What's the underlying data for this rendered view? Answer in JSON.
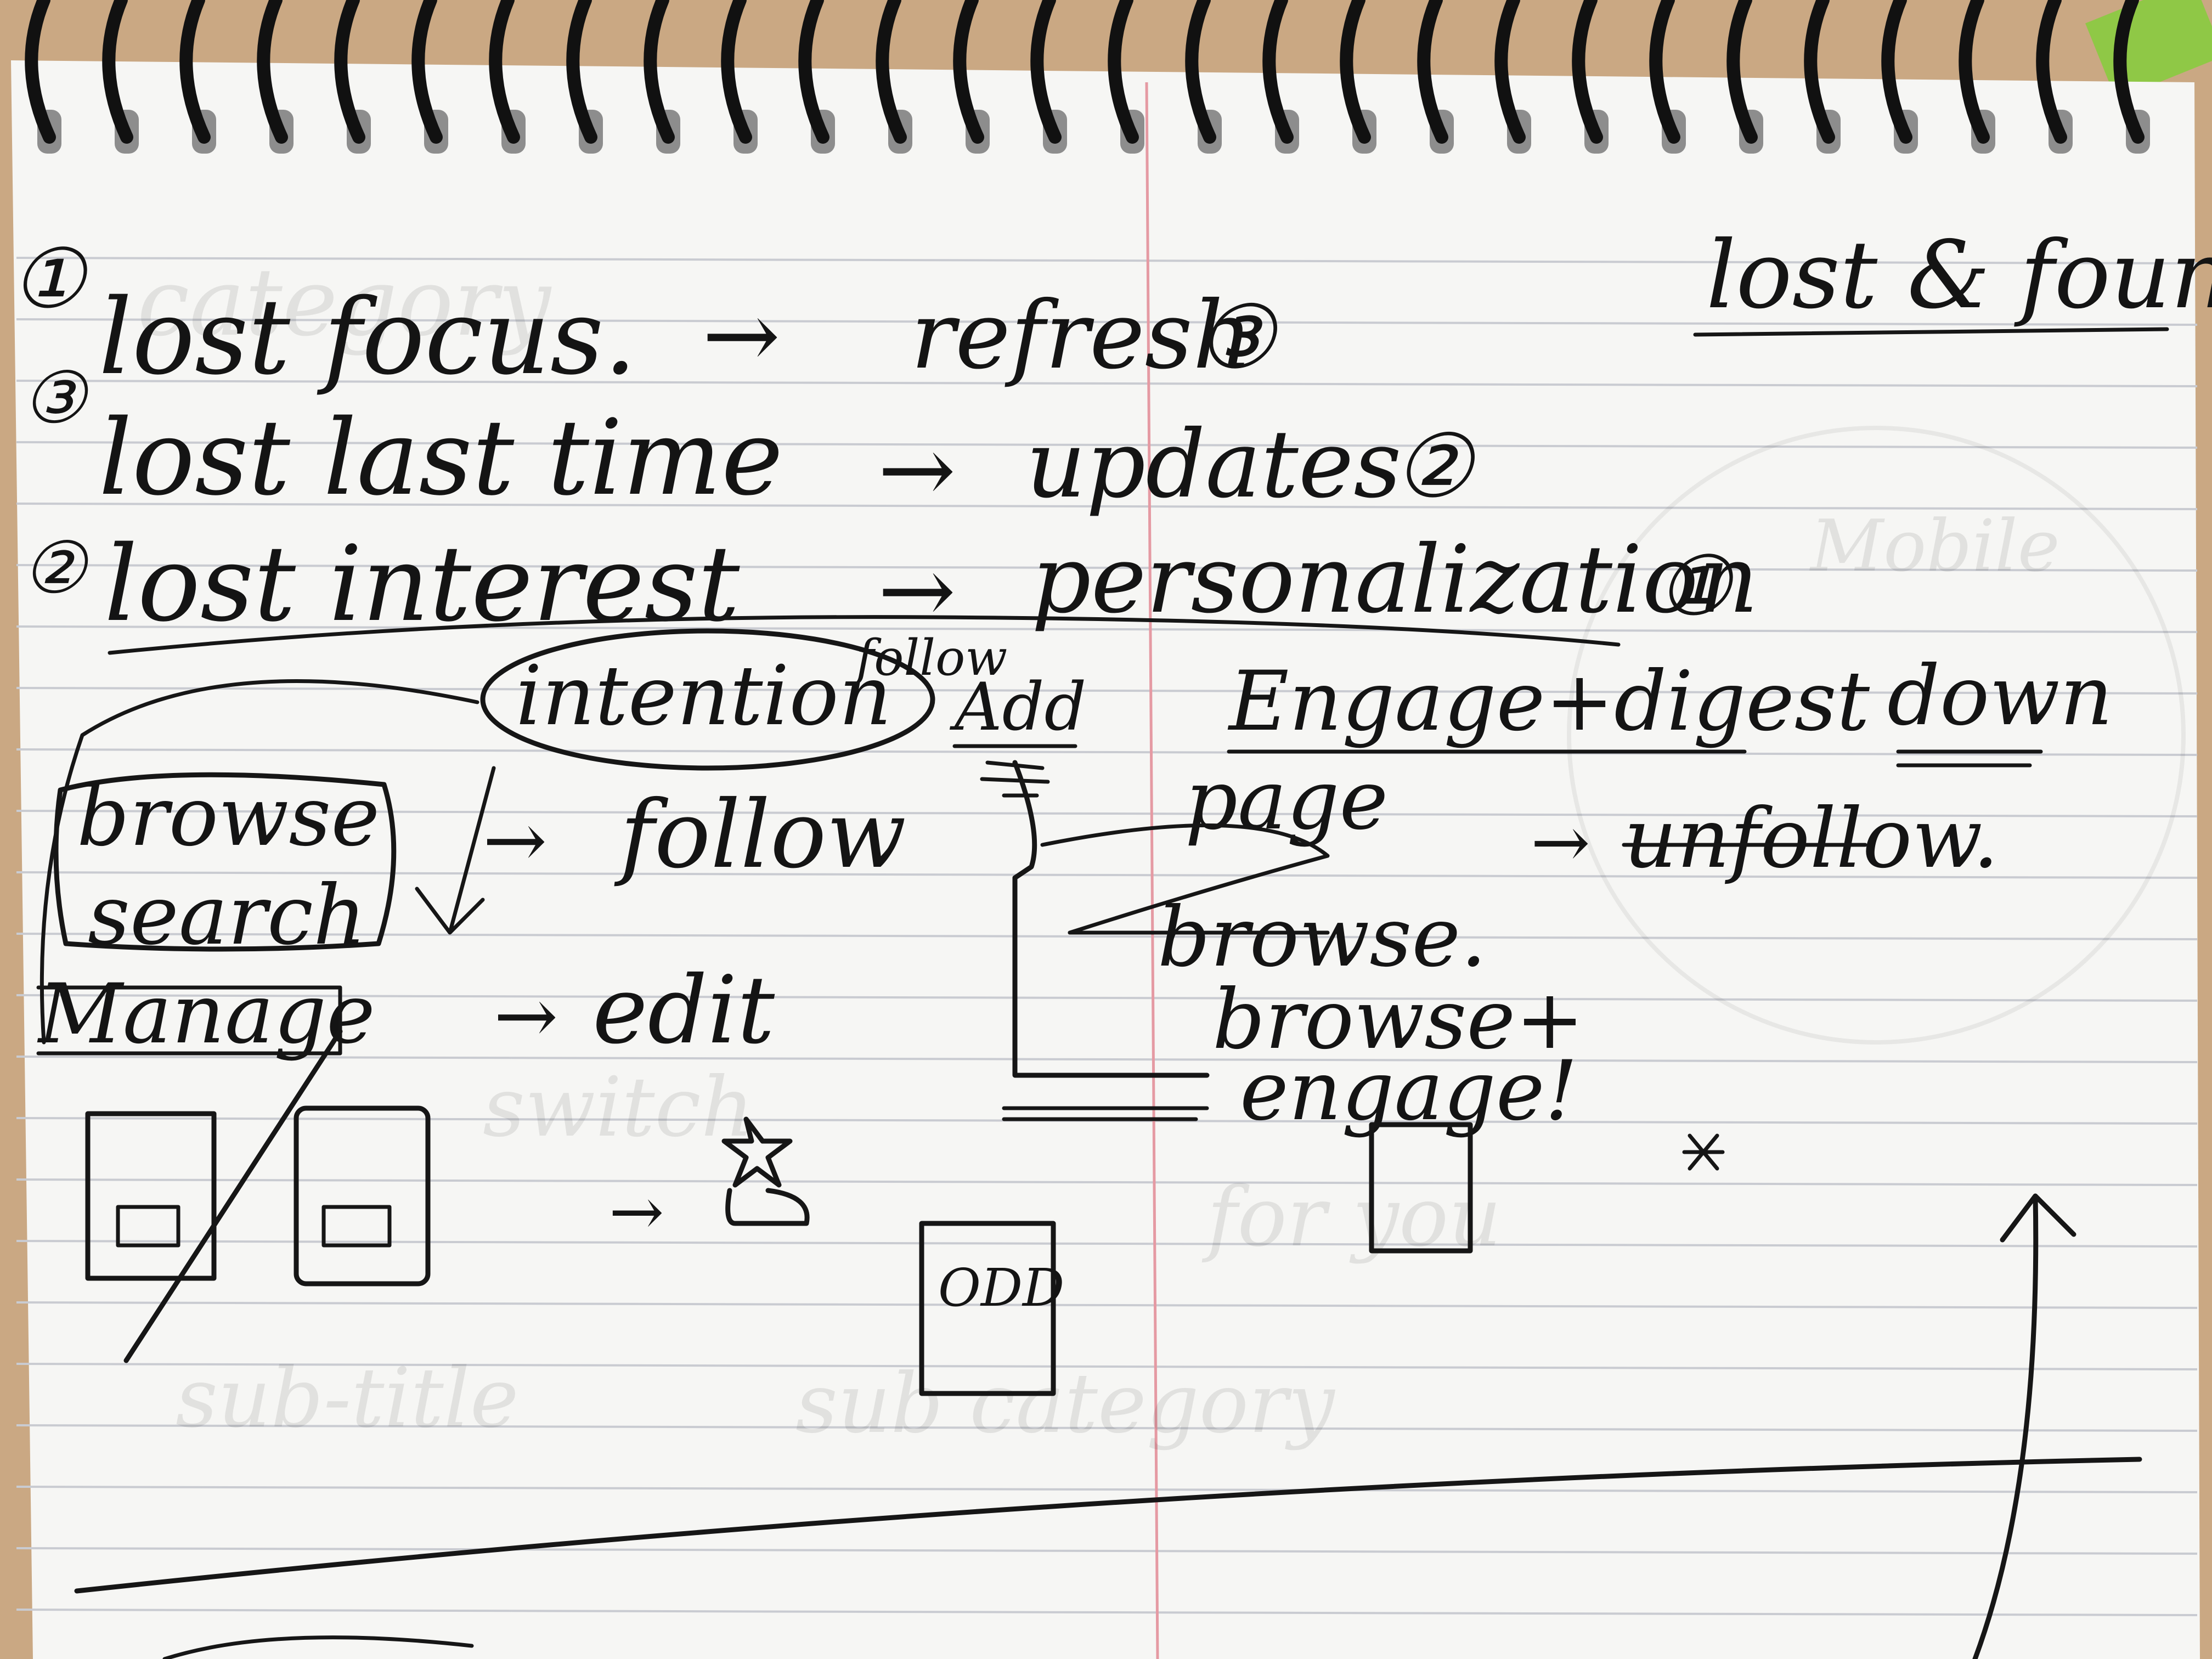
{
  "notebook": {
    "title": "lost & found.",
    "colors": {
      "paper": "#f6f6f4",
      "rule_line": "#c9cbd1",
      "margin_line": "#e59aa3",
      "ink": "#161616",
      "desk": "#caa883"
    }
  },
  "priority_list": {
    "marks": [
      "①",
      "③",
      "②"
    ],
    "rows": [
      {
        "left": "lost focus.",
        "right": "refresh",
        "rank": "③"
      },
      {
        "left": "lost last time",
        "right": "updates",
        "rank": "②"
      },
      {
        "left": "lost interest",
        "right": "personalization",
        "rank": "①"
      }
    ],
    "arrow": "→"
  },
  "flow_sketch": {
    "intention": "intention",
    "follow_above": "follow",
    "add": "Add",
    "engage_digest": "Engage+digest",
    "down": "down",
    "browse": "browse",
    "search": "search",
    "manage": "Manage",
    "follow": "follow",
    "edit": "edit",
    "page": "page",
    "browse_struck": "browse.",
    "browse_engage_1": "browse+",
    "browse_engage_2": "engage!",
    "unfollow": "unfollow.",
    "odd_label": "ODD"
  }
}
